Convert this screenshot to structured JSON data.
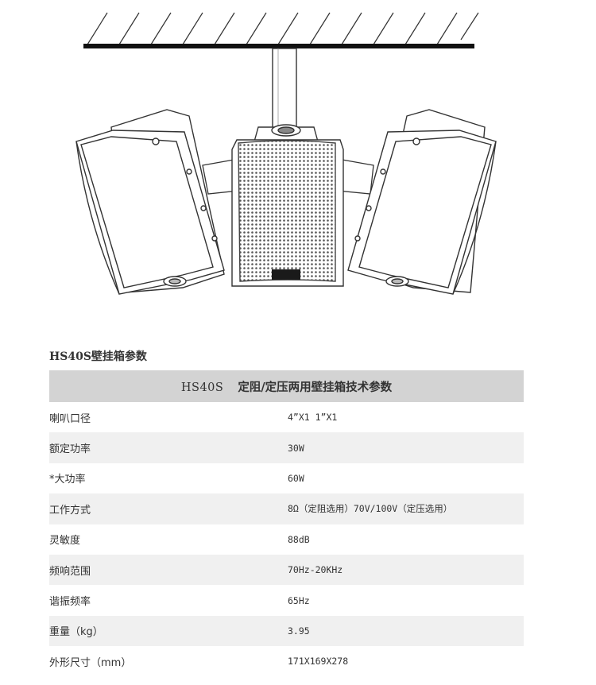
{
  "section_title": "HS40S壁挂箱参数",
  "table": {
    "header_model": "HS40S",
    "header_title": "定阻/定压两用壁挂箱技术参数",
    "rows": [
      {
        "label": "喇叭口径",
        "value": "4”X1  1”X1"
      },
      {
        "label": "额定功率",
        "value": "30W"
      },
      {
        "label": "*大功率",
        "value": "60W"
      },
      {
        "label": "工作方式",
        "value": "8Ω（定阻选用）70V/100V（定压选用）"
      },
      {
        "label": "灵敏度",
        "value": "88dB"
      },
      {
        "label": "频响范围",
        "value": "70Hz-20KHz"
      },
      {
        "label": "谐振频率",
        "value": "65Hz"
      },
      {
        "label": "重量（kg）",
        "value": "3.95"
      },
      {
        "label": "外形尺寸（mm）",
        "value": "171X169X278"
      }
    ]
  }
}
